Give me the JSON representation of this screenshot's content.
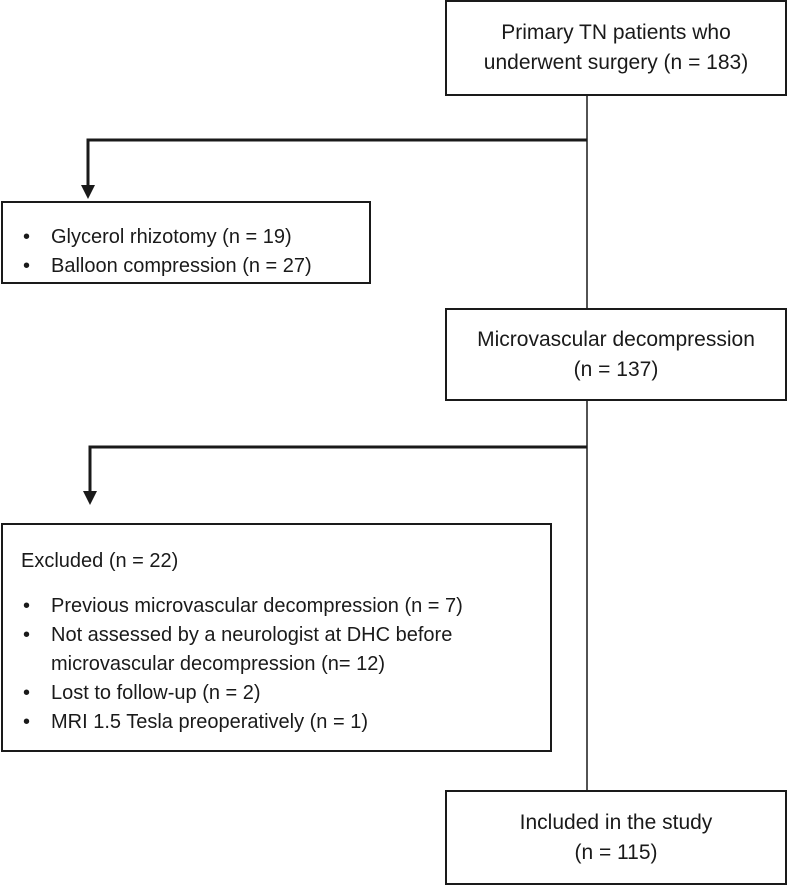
{
  "flow": {
    "primary": {
      "line1": "Primary TN patients who",
      "line2": "underwent surgery (n = 183)"
    },
    "other_procedures": {
      "items": [
        "Glycerol rhizotomy (n = 19)",
        "Balloon compression (n = 27)"
      ]
    },
    "mvd": {
      "line1": "Microvascular decompression",
      "line2": "(n = 137)"
    },
    "excluded": {
      "title": "Excluded (n = 22)",
      "items": [
        "Previous microvascular decompression (n = 7)",
        "Not assessed by a neurologist at DHC before microvascular decompression (n= 12)",
        "Lost to follow-up (n = 2)",
        "MRI 1.5 Tesla preoperatively (n = 1)"
      ]
    },
    "included": {
      "line1": "Included in the study",
      "line2": "(n = 115)"
    }
  },
  "bullet_glyph": "•"
}
